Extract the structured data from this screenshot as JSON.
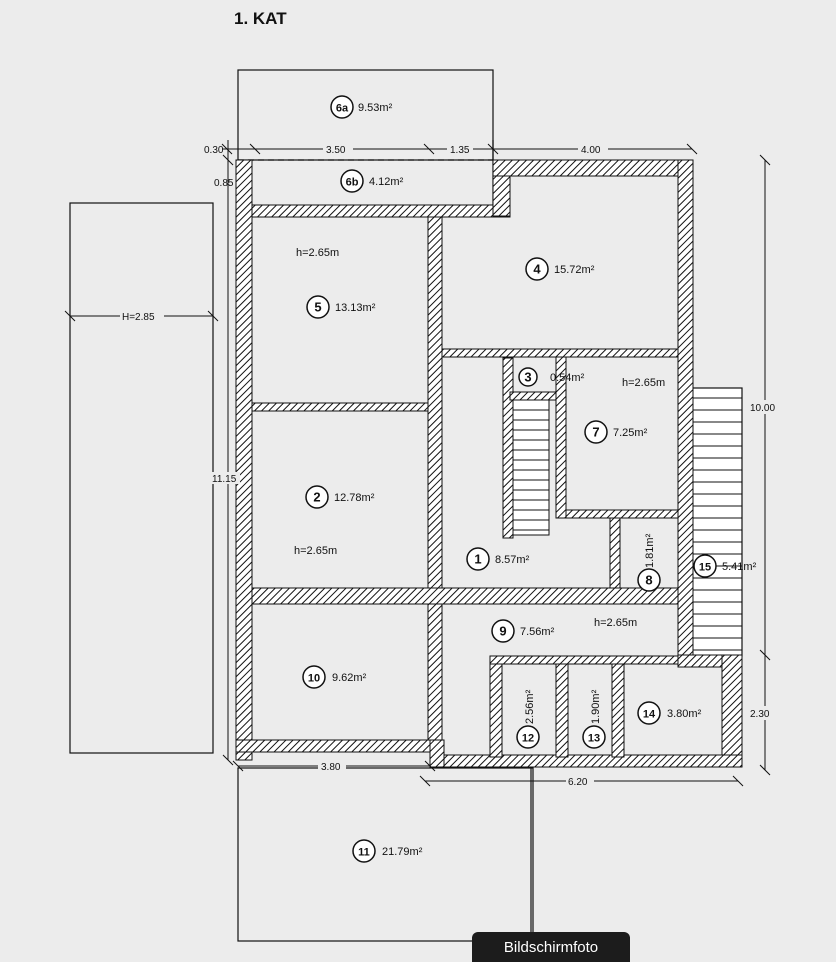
{
  "title": "1. KAT",
  "badge": "Bildschirmfoto",
  "rooms": [
    {
      "id": "6a",
      "area": "9.53m²",
      "height": ""
    },
    {
      "id": "6b",
      "area": "4.12m²",
      "height": ""
    },
    {
      "id": "5",
      "area": "13.13m²",
      "height": "h=2.65m"
    },
    {
      "id": "4",
      "area": "15.72m²",
      "height": ""
    },
    {
      "id": "3",
      "area": "0.54m²",
      "height": ""
    },
    {
      "id": "7",
      "area": "7.25m²",
      "height": "h=2.65m"
    },
    {
      "id": "2",
      "area": "12.78m²",
      "height": "h=2.65m"
    },
    {
      "id": "1",
      "area": "8.57m²",
      "height": ""
    },
    {
      "id": "8",
      "area": "1.81m²",
      "height": ""
    },
    {
      "id": "15",
      "area": "5.41m²",
      "height": ""
    },
    {
      "id": "9",
      "area": "7.56m²",
      "height": "h=2.65m"
    },
    {
      "id": "10",
      "area": "9.62m²",
      "height": ""
    },
    {
      "id": "12",
      "area": "2.56m²",
      "height": ""
    },
    {
      "id": "13",
      "area": "1.90m²",
      "height": ""
    },
    {
      "id": "14",
      "area": "3.80m²",
      "height": ""
    },
    {
      "id": "11",
      "area": "21.79m²",
      "height": ""
    }
  ],
  "dimensions": {
    "top_0_30": "0.30",
    "top_3_50": "3.50",
    "top_1_35": "1.35",
    "top_4_00": "4.00",
    "left_0_85": "0.85",
    "left_11_15": "11.15",
    "h_2_85": "H=2.85",
    "right_10_00": "10.00",
    "right_2_30": "2.30",
    "bottom_3_80": "3.80",
    "bottom_6_20": "6.20"
  },
  "colors": {
    "background": "#ececec",
    "ink": "#111111",
    "badge": "#1c1c1c"
  }
}
